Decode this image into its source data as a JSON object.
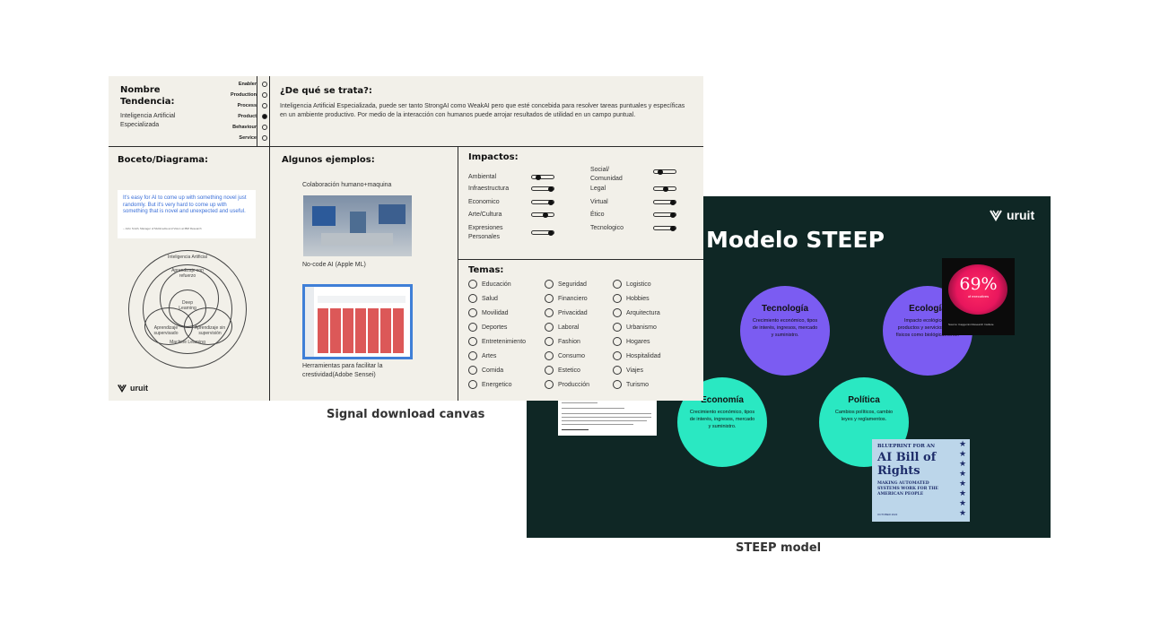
{
  "steep": {
    "brand": "uruit",
    "title": "Modelo STEEP",
    "caption": "STEEP model",
    "circles": [
      {
        "title": "Tecnología",
        "desc": "Crecimiento económico, tipos de interés, ingresos, mercado y suministro."
      },
      {
        "title": "Ecología",
        "desc": "Impacto ecológico de productos y servicios, tanto físicos como biológicamente."
      },
      {
        "title": "Economía",
        "desc": "Crecimiento económico, tipos de interés, ingresos, mercado y suministro."
      },
      {
        "title": "Política",
        "desc": "Cambios políticos, cambio leyes y reglamentos."
      }
    ],
    "stat_card": {
      "value": "69%",
      "sub": "of executives",
      "foot": "Source: Capgemini Research Institute"
    },
    "bill": {
      "line1": "BLUEPRINT FOR AN",
      "line2": "AI Bill of Rights",
      "line3": "MAKING AUTOMATED SYSTEMS WORK FOR THE AMERICAN PEOPLE",
      "line4": "OCTOBER 2022"
    }
  },
  "canvas": {
    "caption": "Signal download canvas",
    "nombre_label": "Nombre Tendencia:",
    "nombre_value": "Inteligencia Artificial Especializada",
    "types": [
      {
        "label": "Enabler",
        "selected": false
      },
      {
        "label": "Production",
        "selected": false
      },
      {
        "label": "Process",
        "selected": false
      },
      {
        "label": "Product",
        "selected": true
      },
      {
        "label": "Behaviour",
        "selected": false
      },
      {
        "label": "Service",
        "selected": false
      }
    ],
    "que_title": "¿De qué se trata?:",
    "que_text": "Inteligencia Artificial Especializada, puede ser tanto StrongAI como WeakAI pero que esté concebida para resolver tareas puntuales y específicas en un ambiente productivo. Por medio de la interacción con humanos puede arrojar resultados de utilidad en un campo puntual.",
    "boceto_title": "Boceto/Diagrama:",
    "quote": "It's easy for AI to come up with something novel just randomly. But it's very hard to come up with something that is novel and unexpected and useful.",
    "quote_author": "– John Smith, Manager of Multimedia and Vision at IBM Research",
    "venn": {
      "outer": "Inteligencia Artificial",
      "mid": "Aprendizaje con refuerzo",
      "inner": "Deep Learning",
      "left": "Aprendizaje supervisado",
      "right": "Aprendizaje sin supervisión",
      "bottom": "Machine Learning"
    },
    "ejemplos_title": "Algunos ejemplos:",
    "ejemplos": [
      {
        "label": "Colaboración humano+maquina"
      },
      {
        "label": "No-code AI (Apple ML)"
      },
      {
        "label": "Herramientas para facilitar la crestividad(Adobe Sensei)"
      }
    ],
    "impactos_title": "Impactos:",
    "impactos": [
      {
        "label": "Ambiental",
        "level": 0.2
      },
      {
        "label": "Infraestructura",
        "level": 0.9
      },
      {
        "label": "Economico",
        "level": 0.9
      },
      {
        "label": "Arte/Cultura",
        "level": 0.6
      },
      {
        "label": "Expresiones Personales",
        "level": 0.9
      },
      {
        "label": "Social/ Comunidad",
        "level": 0.2
      },
      {
        "label": "Legal",
        "level": 0.5
      },
      {
        "label": "Virtual",
        "level": 0.9
      },
      {
        "label": "Ético",
        "level": 0.9
      },
      {
        "label": "Tecnologico",
        "level": 0.9
      }
    ],
    "temas_title": "Temas:",
    "temas": [
      [
        "Educación",
        "Seguridad",
        "Logistico"
      ],
      [
        "Salud",
        "Financiero",
        "Hobbies"
      ],
      [
        "Movilidad",
        "Privacidad",
        "Arquitectura"
      ],
      [
        "Deportes",
        "Laboral",
        "Urbanismo"
      ],
      [
        "Entretenimiento",
        "Fashion",
        "Hogares"
      ],
      [
        "Artes",
        "Consumo",
        "Hospitalidad"
      ],
      [
        "Comida",
        "Estetico",
        "Viajes"
      ],
      [
        "Energetico",
        "Producción",
        "Turismo"
      ]
    ],
    "brand": "uruit"
  }
}
